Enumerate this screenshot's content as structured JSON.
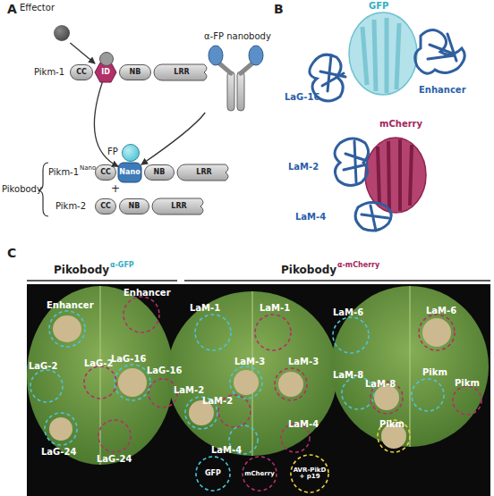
{
  "diagram": {
    "nodes": [
      {
        "text": [
          "Effector"
        ]
      },
      {
        "text": [
          "CC"
        ]
      },
      {
        "text": [
          "ID"
        ]
      },
      {
        "text": [
          "NB"
        ]
      },
      {
        "text": [
          "LRR"
        ]
      },
      {
        "text": [
          "α-FP nanobody"
        ]
      },
      {
        "text": [
          "FP"
        ]
      },
      {
        "text": [
          "CC"
        ]
      },
      {
        "text": [
          "Nano"
        ]
      },
      {
        "text": [
          "NB"
        ]
      },
      {
        "text": [
          "LRR"
        ]
      },
      {
        "text": [
          "CC"
        ]
      },
      {
        "text": [
          "NB"
        ]
      },
      {
        "text": [
          "LRR"
        ]
      }
    ],
    "edges": [
      {
        "from": 0,
        "to": 2,
        "arrow": "to"
      },
      {
        "from": 2,
        "to": 8,
        "arrow": "to"
      },
      {
        "from": 5,
        "to": 8,
        "arrow": "to"
      }
    ],
    "labels": [
      "A",
      "Pikm-1",
      "Pikm-1",
      "Nano",
      "+",
      "Pikm-2",
      "Pikobody",
      "B",
      "GFP",
      "Enhancer",
      "LaG-16",
      "mCherry",
      "LaM-2",
      "LaM-4",
      "C",
      "Pikobody",
      "α-GFP",
      "Pikobody",
      "α-mCherry",
      "Enhancer",
      "Enhancer",
      "LaG-2",
      "LaG-2",
      "LaG-16",
      "LaG-16",
      "LaG-24",
      "LaG-24",
      "LaM-1",
      "LaM-1",
      "LaM-3",
      "LaM-3",
      "LaM-2",
      "LaM-2",
      "LaM-4",
      "LaM-4",
      "LaM-6",
      "LaM-6",
      "LaM-8",
      "LaM-8",
      "Pikm",
      "Pikm",
      "Pikm"
    ],
    "legend": [
      {
        "text": "GFP"
      },
      {
        "text": "mCherry"
      },
      {
        "text": "AVR-PikD + p19"
      }
    ]
  }
}
